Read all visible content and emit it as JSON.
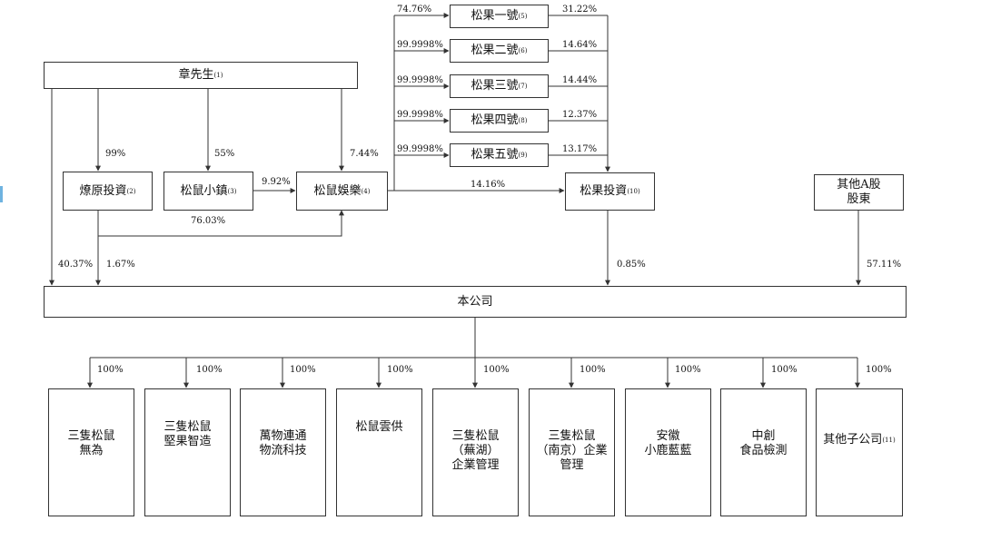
{
  "nodes": {
    "zhang": {
      "name": "章先生",
      "note": "(1)"
    },
    "liaoyuan": {
      "name": "燎原投資",
      "note": "(2)"
    },
    "xiaozhen": {
      "name": "松鼠小鎮",
      "note": "(3)"
    },
    "yule": {
      "name": "松鼠娛樂",
      "note": "(4)"
    },
    "sg1": {
      "name": "松果一號",
      "note": "(5)"
    },
    "sg2": {
      "name": "松果二號",
      "note": "(6)"
    },
    "sg3": {
      "name": "松果三號",
      "note": "(7)"
    },
    "sg4": {
      "name": "松果四號",
      "note": "(8)"
    },
    "sg5": {
      "name": "松果五號",
      "note": "(9)"
    },
    "sgtz": {
      "name": "松果投資",
      "note": "(10)"
    },
    "others_a": {
      "name": "其他A股\n股東"
    },
    "company": {
      "name": "本公司"
    },
    "subs": [
      {
        "name": "三隻松鼠\n無為"
      },
      {
        "name": "三隻松鼠\n堅果智造"
      },
      {
        "name": "萬物連通\n物流科技"
      },
      {
        "name": "松鼠雲供"
      },
      {
        "name": "三隻松鼠\n（蕪湖）\n企業管理"
      },
      {
        "name": "三隻松鼠\n（南京）企業\n管理"
      },
      {
        "name": "安徽\n小鹿藍藍"
      },
      {
        "name": "中創\n食品檢測"
      },
      {
        "name": "其他子公司",
        "note": "(11)"
      }
    ]
  },
  "percentages": {
    "zhang_liaoyuan": "99%",
    "zhang_xiaozhen": "55%",
    "zhang_yule": "7.44%",
    "xiaozhen_yule": "9.92%",
    "liaoyuan_yule": "76.03%",
    "zhang_company": "40.37%",
    "liaoyuan_company": "1.67%",
    "yule_sg1": "74.76%",
    "yule_sg2": "99.9998%",
    "yule_sg3": "99.9998%",
    "yule_sg4": "99.9998%",
    "yule_sg5": "99.9998%",
    "sg1_sgtz": "31.22%",
    "sg2_sgtz": "14.64%",
    "sg3_sgtz": "14.44%",
    "sg4_sgtz": "12.37%",
    "sg5_sgtz": "13.17%",
    "yule_sgtz": "14.16%",
    "sgtz_company": "0.85%",
    "others_company": "57.11%",
    "subs": [
      "100%",
      "100%",
      "100%",
      "100%",
      "100%",
      "100%",
      "100%",
      "100%",
      "100%"
    ]
  }
}
